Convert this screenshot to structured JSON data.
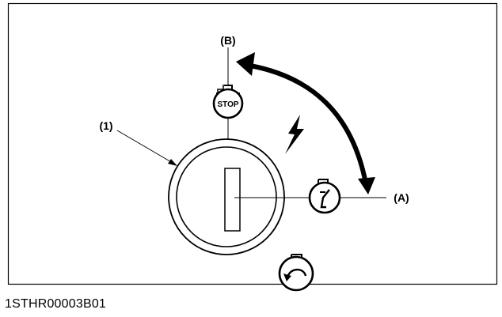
{
  "diagram": {
    "labels": {
      "b": "(B)",
      "one": "(1)",
      "a": "(A)",
      "stop": "STOP"
    },
    "figure_code": "1STHR00003B01"
  },
  "icons": {
    "stop_symbol": "stop-lamp-icon",
    "run_symbol": "glow-plug-icon",
    "start_symbol": "starter-rotate-icon",
    "preheat_symbol": "lightning-bolt-icon"
  }
}
